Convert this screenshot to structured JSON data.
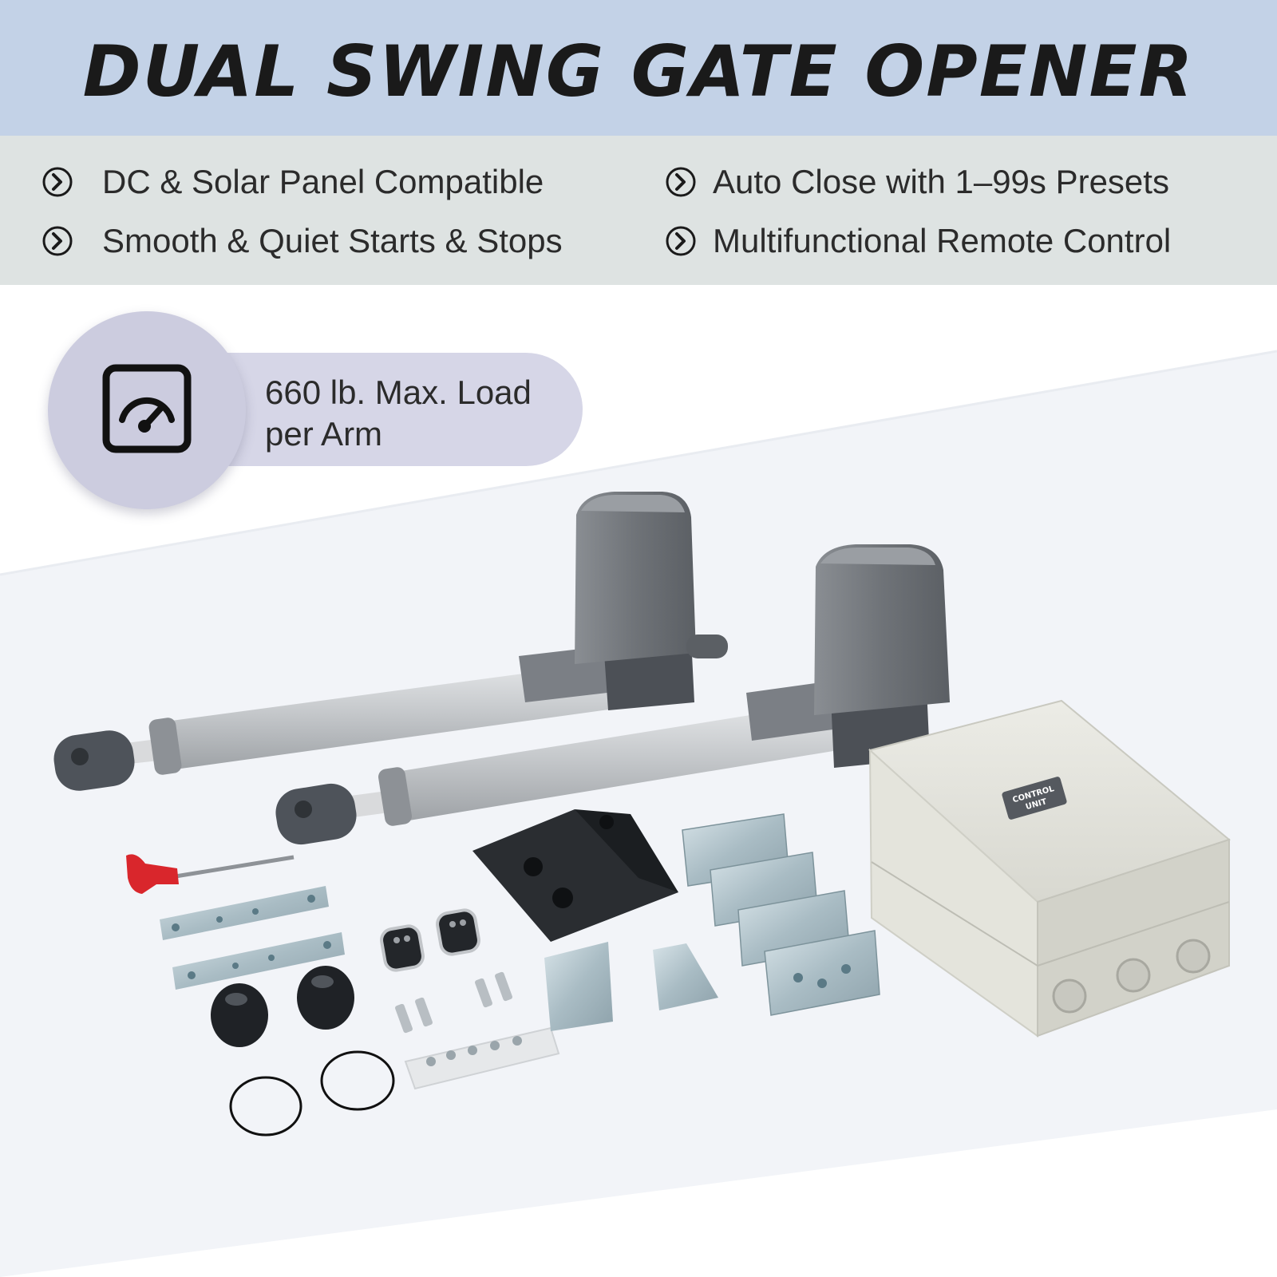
{
  "title": "DUAL SWING GATE OPENER",
  "features": [
    {
      "text": "DC & Solar Panel  Compatible",
      "icon": "chevron-circle-icon"
    },
    {
      "text": "Auto Close with 1–99s Presets",
      "icon": "chevron-circle-icon"
    },
    {
      "text": "Smooth & Quiet Starts & Stops",
      "icon": "chevron-circle-icon"
    },
    {
      "text": "Multifunctional Remote Control",
      "icon": "chevron-circle-icon"
    }
  ],
  "badge": {
    "line1": "660 lb. Max. Load",
    "line2": "per Arm",
    "icon": "gauge-icon"
  },
  "control_unit_label": {
    "line1": "CONTROL",
    "line2": "UNIT"
  },
  "colors": {
    "header": "#c3d2e7",
    "features_band": "#dee3e2",
    "badge": "#d6d6e7",
    "text": "#2b2b2b"
  }
}
